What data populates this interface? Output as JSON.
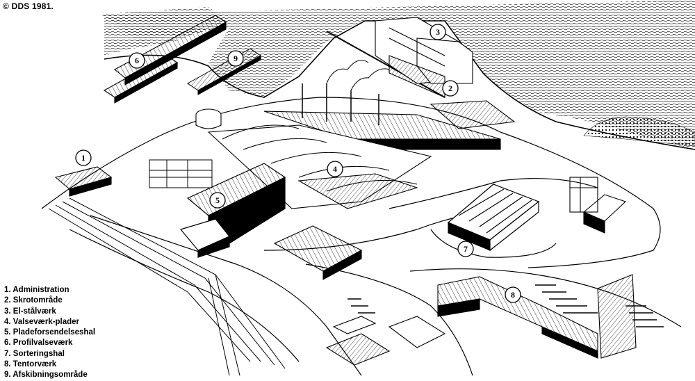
{
  "copyright": "© DDS 1981.",
  "legend": [
    "1. Administration",
    "2. Skrotområde",
    "3. El-stålværk",
    "4. Valseværk-plader",
    "5. Pladeforsendelseshal",
    "6. Profilvalseværk",
    "7. Sorteringshal",
    "8. Tentorværk",
    "9. Afskibningsområde"
  ],
  "markers": [
    "1",
    "2",
    "3",
    "4",
    "5",
    "6",
    "7",
    "8",
    "9"
  ],
  "colors": {
    "ink": "#000000",
    "paper": "#ffffff"
  }
}
